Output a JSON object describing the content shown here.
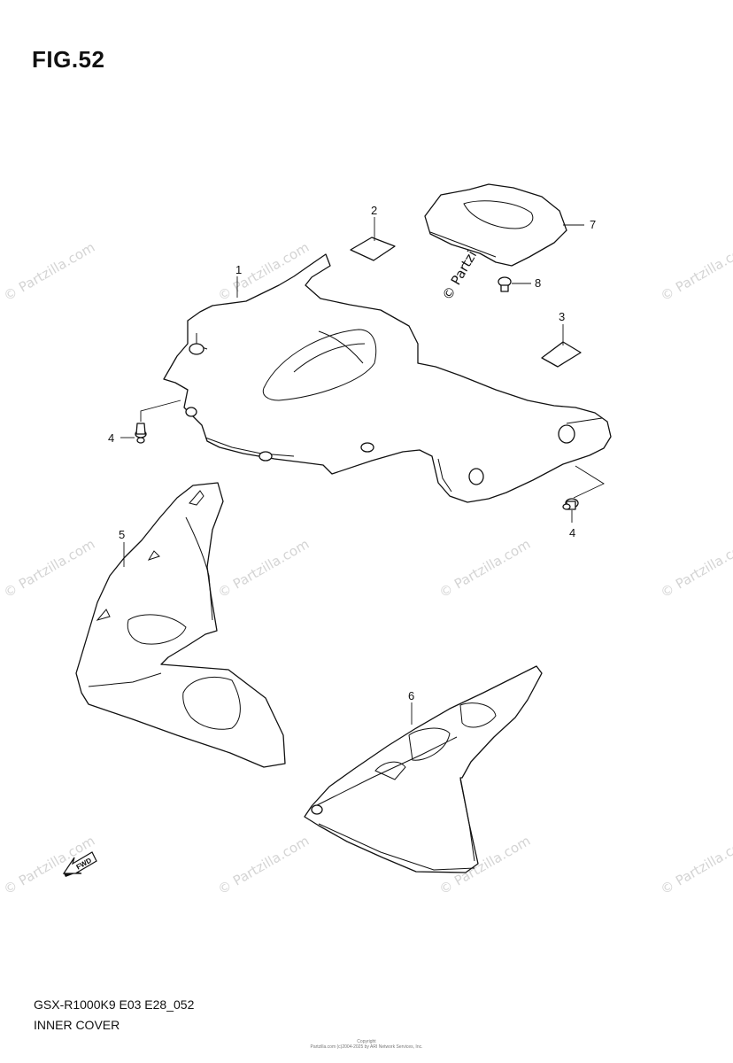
{
  "figure": {
    "title": "FIG.52"
  },
  "callouts": {
    "part_1": "1",
    "part_2": "2",
    "part_3": "3",
    "part_4_left": "4",
    "part_4_right": "4",
    "part_5": "5",
    "part_6": "6",
    "part_7": "7",
    "part_8": "8"
  },
  "fwd_arrow": {
    "label": "FWD",
    "icon": "fwd-arrow-icon"
  },
  "footer": {
    "model_code": "GSX-R1000K9 E03 E28_052",
    "section_name": "INNER COVER"
  },
  "watermark": {
    "text": "© Partzilla.com"
  },
  "copyright": {
    "line1": "Copyright",
    "line2": "Partzilla.com (c)2004-2025 by ARI Network Services, Inc."
  },
  "colors": {
    "ink": "#111111",
    "watermark": "#d4d4d4",
    "background": "#ffffff"
  }
}
